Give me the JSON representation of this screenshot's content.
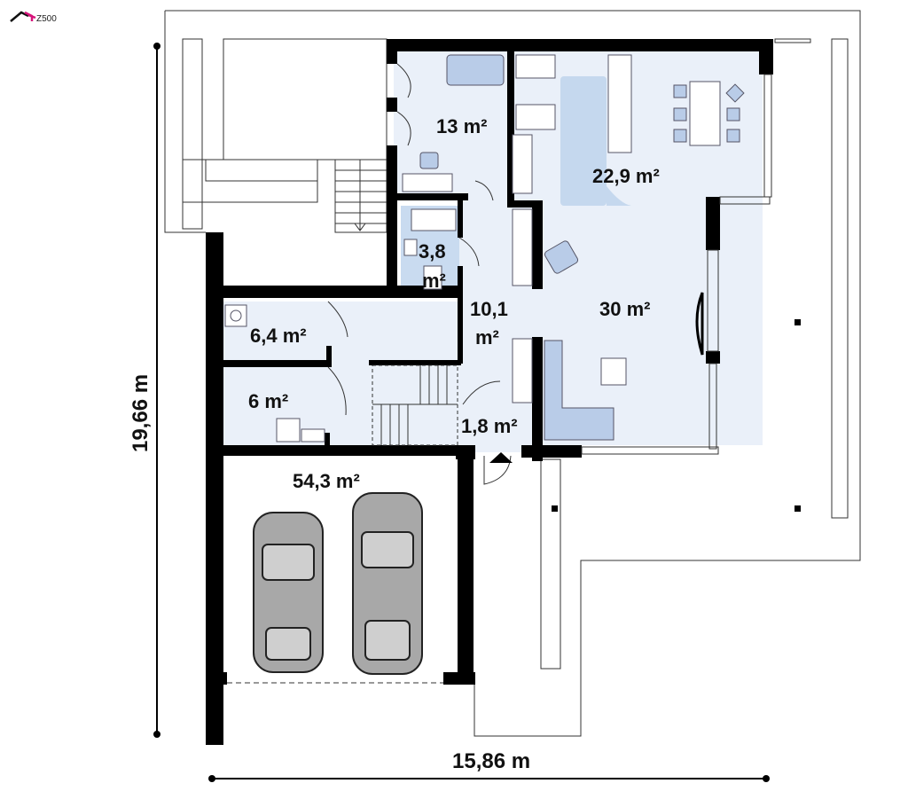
{
  "logo": {
    "text": "Z500"
  },
  "rooms": [
    {
      "id": "office",
      "area": "13 m²"
    },
    {
      "id": "kitchen-dining",
      "area": "22,9 m²"
    },
    {
      "id": "bathroom",
      "area": "3,8",
      "area_unit": "m²"
    },
    {
      "id": "hall",
      "area": "10,1",
      "area_unit": "m²"
    },
    {
      "id": "living",
      "area": "30 m²"
    },
    {
      "id": "boiler",
      "area": "6,4 m²"
    },
    {
      "id": "utility",
      "area": "6 m²"
    },
    {
      "id": "vestibule",
      "area": "1,8 m²"
    },
    {
      "id": "garage",
      "area": "54,3 m²"
    }
  ],
  "dimensions": {
    "height": "19,66 m",
    "width": "15,86 m"
  },
  "colors": {
    "room": "#eaf0f9",
    "furniture": "#b9cce8",
    "wall": "#000000",
    "accent": "#d6147a"
  }
}
